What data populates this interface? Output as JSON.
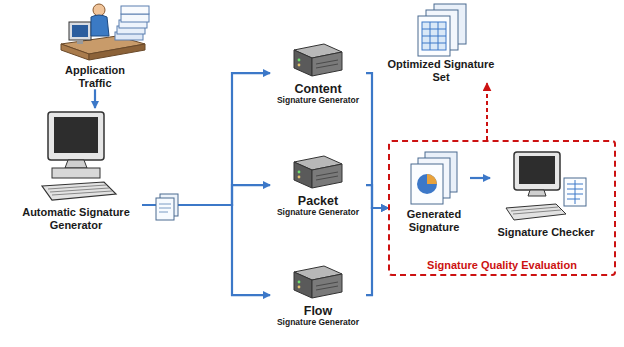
{
  "diagram": {
    "nodes": [
      {
        "text": [
          "Application Traffic"
        ]
      },
      {
        "text": [
          "Automatic Signature Generator"
        ]
      },
      {
        "text": [
          "Content",
          "Signature Generator"
        ]
      },
      {
        "text": [
          "Packet",
          "Signature Generator"
        ]
      },
      {
        "text": [
          "Flow",
          "Signature Generator"
        ]
      },
      {
        "text": [
          "Optimized Signature Set"
        ]
      },
      {
        "text": [
          "Signature Quality Evaluation"
        ]
      },
      {
        "text": [
          "Generated Signature"
        ],
        "in": 6
      },
      {
        "text": [
          "Signature Checker"
        ],
        "in": 6
      }
    ],
    "edges": [
      {
        "from": 0,
        "to": 1,
        "arrow": "to"
      },
      {
        "from": 1,
        "to": 2,
        "arrow": "to"
      },
      {
        "from": 1,
        "to": 3,
        "arrow": "to"
      },
      {
        "from": 1,
        "to": 4,
        "arrow": "to"
      },
      {
        "from": 2,
        "to": 6,
        "arrow": "to"
      },
      {
        "from": 3,
        "to": 6,
        "arrow": "to"
      },
      {
        "from": 4,
        "to": 6,
        "arrow": "to"
      },
      {
        "from": 7,
        "to": 8,
        "arrow": "to"
      },
      {
        "from": 6,
        "to": 5,
        "arrow": "to"
      }
    ]
  }
}
